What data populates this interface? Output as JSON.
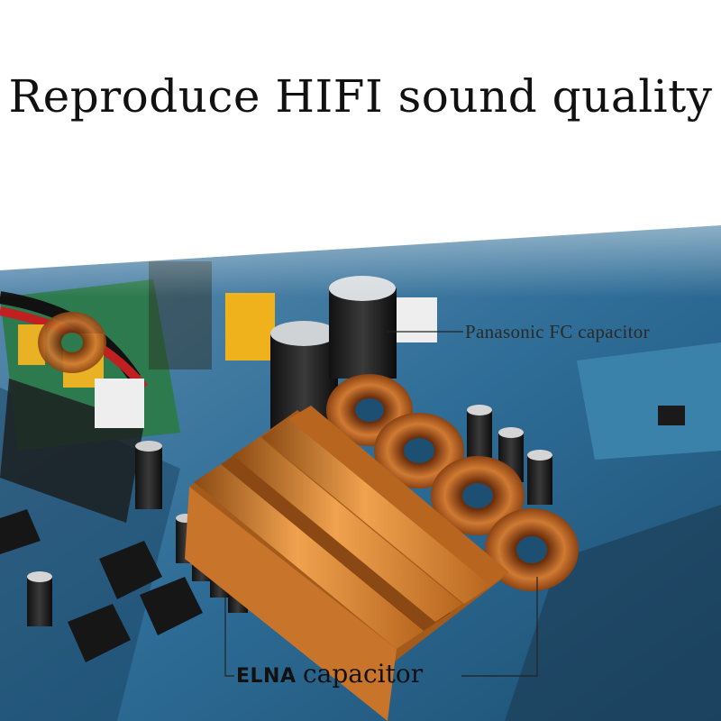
{
  "headline": "Reproduce HIFI sound quality",
  "callouts": {
    "panasonic": "Panasonic FC capacitor",
    "elna_brand": "ELNA",
    "elna_word": "capacitor"
  },
  "colors": {
    "pcb": "#2f6f9a",
    "heatsink": "#d9812c",
    "coil": "#b45a1e",
    "background": "#ffffff"
  }
}
